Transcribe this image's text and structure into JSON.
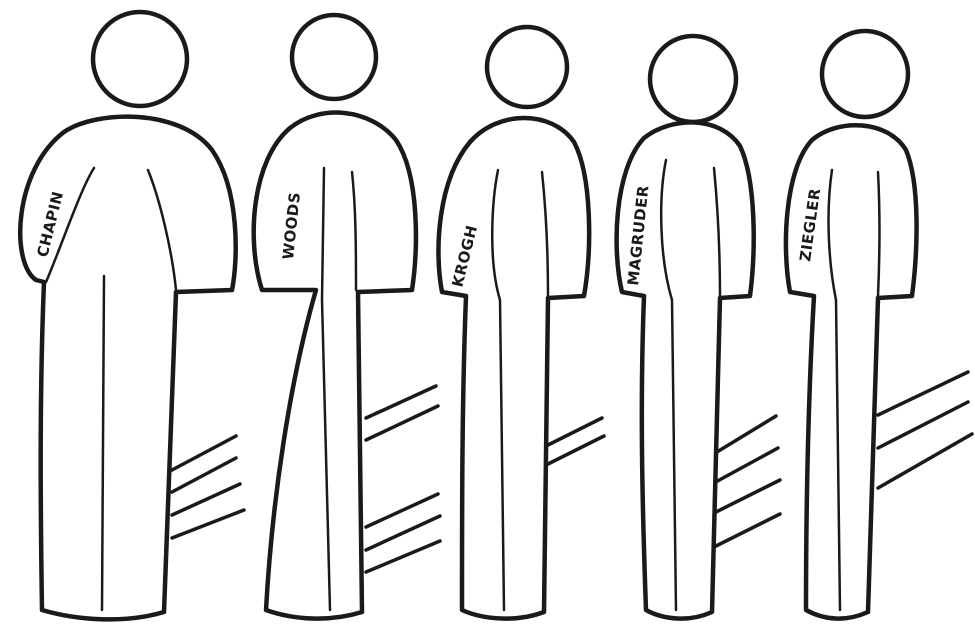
{
  "figures": [
    {
      "id": "chapin",
      "label": "CHAPIN"
    },
    {
      "id": "woods",
      "label": "WOODS"
    },
    {
      "id": "krogh",
      "label": "KROGH"
    },
    {
      "id": "magruder",
      "label": "MAGRUDER"
    },
    {
      "id": "ziegler",
      "label": "ZIEGLER"
    }
  ],
  "colors": {
    "background": "#ffffff",
    "ink": "#1a1a1a"
  }
}
